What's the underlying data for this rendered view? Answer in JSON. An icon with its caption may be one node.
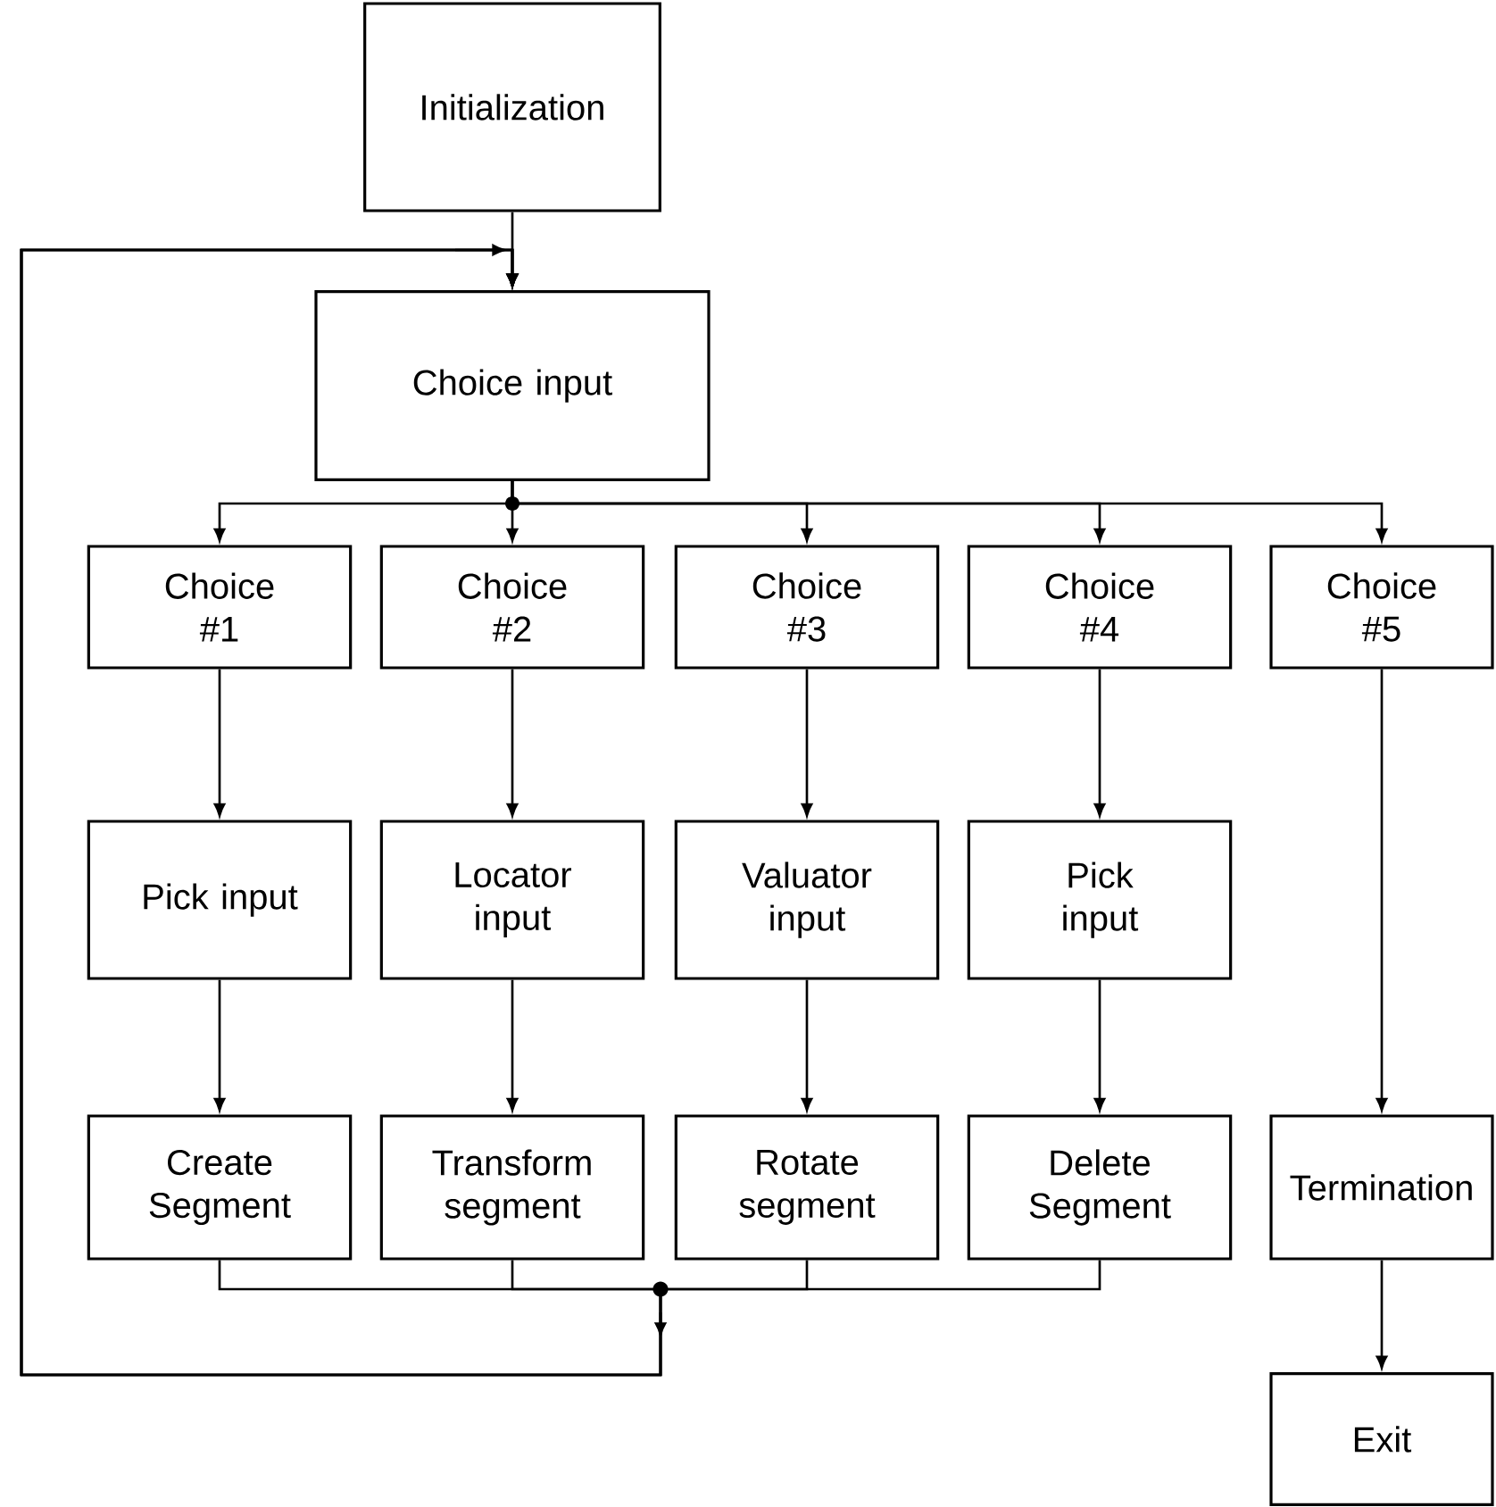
{
  "diagram": {
    "nodes": [
      {
        "text": [
          "Initialization"
        ]
      },
      {
        "text": [
          "Choice input"
        ]
      },
      {
        "text": [
          "Choice #1"
        ]
      },
      {
        "text": [
          "Choice #2"
        ]
      },
      {
        "text": [
          "Choice #3"
        ]
      },
      {
        "text": [
          "Choice #4"
        ]
      },
      {
        "text": [
          "Choice #5"
        ]
      },
      {
        "text": [
          "Pick input"
        ]
      },
      {
        "text": [
          "Locator input"
        ]
      },
      {
        "text": [
          "Valuator input"
        ]
      },
      {
        "text": [
          "Pick input"
        ]
      },
      {
        "text": [
          "Create Segment"
        ]
      },
      {
        "text": [
          "Transform segment"
        ]
      },
      {
        "text": [
          "Rotate segment"
        ]
      },
      {
        "text": [
          "Delete Segment"
        ]
      },
      {
        "text": [
          "Termination"
        ]
      },
      {
        "text": [
          "Exit"
        ]
      }
    ],
    "edges": [
      {
        "from": 0,
        "to": 1,
        "arrow": "to"
      },
      {
        "from": 1,
        "to": 2,
        "arrow": "to"
      },
      {
        "from": 1,
        "to": 3,
        "arrow": "to"
      },
      {
        "from": 1,
        "to": 4,
        "arrow": "to"
      },
      {
        "from": 1,
        "to": 5,
        "arrow": "to"
      },
      {
        "from": 1,
        "to": 6,
        "arrow": "to"
      },
      {
        "from": 2,
        "to": 7,
        "arrow": "to"
      },
      {
        "from": 3,
        "to": 8,
        "arrow": "to"
      },
      {
        "from": 4,
        "to": 9,
        "arrow": "to"
      },
      {
        "from": 5,
        "to": 10,
        "arrow": "to"
      },
      {
        "from": 6,
        "to": 15,
        "arrow": "to"
      },
      {
        "from": 7,
        "to": 11,
        "arrow": "to"
      },
      {
        "from": 8,
        "to": 12,
        "arrow": "to"
      },
      {
        "from": 9,
        "to": 13,
        "arrow": "to"
      },
      {
        "from": 10,
        "to": 14,
        "arrow": "to"
      },
      {
        "from": 15,
        "to": 16,
        "arrow": "to"
      },
      {
        "from": 11,
        "to": 1,
        "arrow": "to"
      },
      {
        "from": 12,
        "to": 1,
        "arrow": "to"
      },
      {
        "from": 13,
        "to": 1,
        "arrow": "to"
      },
      {
        "from": 14,
        "to": 1,
        "arrow": "to"
      }
    ]
  }
}
